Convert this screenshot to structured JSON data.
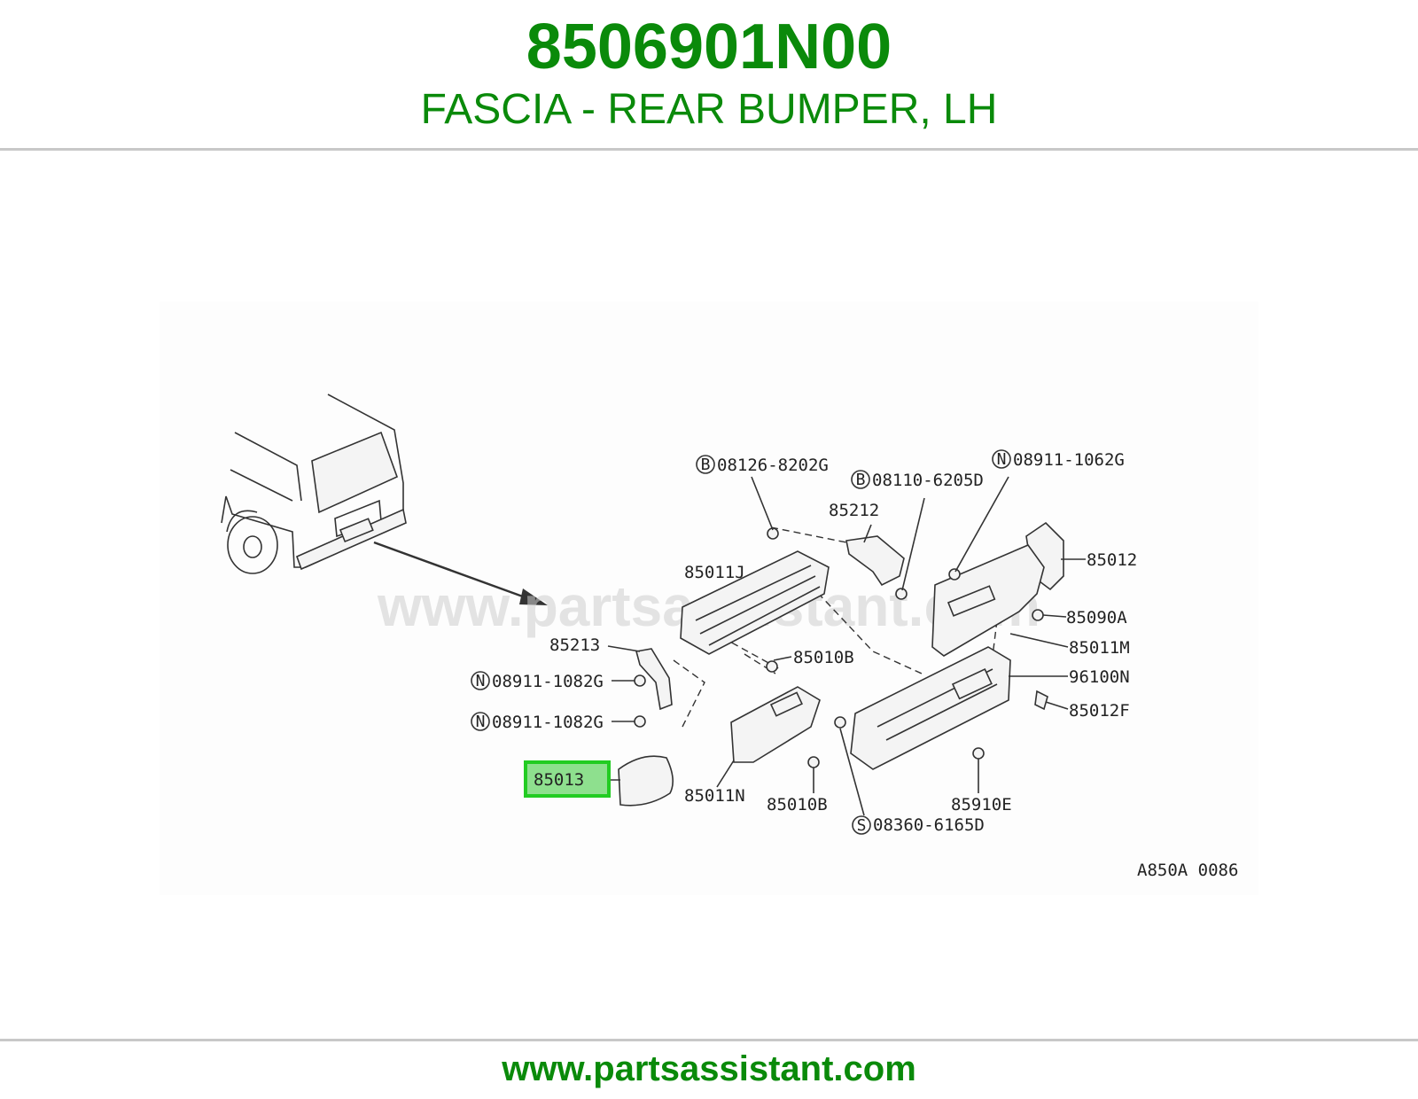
{
  "header": {
    "part_number": "8506901N00",
    "part_name": "FASCIA - REAR BUMPER, LH"
  },
  "footer": {
    "url": "www.partsassistant.com"
  },
  "diagram": {
    "watermark": "www.partsassistant.com",
    "diagram_code": "A850A 0086",
    "highlighted_part": "85013",
    "highlight_color": "#22cc22",
    "labels": {
      "b_08126_8202G": "08126-8202G",
      "b_08110_6205D": "08110-6205D",
      "n_08911_1062G": "08911-1062G",
      "p_85212": "85212",
      "p_85011J": "85011J",
      "p_85012": "85012",
      "p_85090A": "85090A",
      "p_85011M": "85011M",
      "p_85213": "85213",
      "p_85010B_top": "85010B",
      "p_96100N": "96100N",
      "n_08911_1082G_a": "08911-1082G",
      "n_08911_1082G_b": "08911-1082G",
      "p_85012F": "85012F",
      "p_85013": "85013",
      "p_85011N": "85011N",
      "p_85010B_bottom": "85010B",
      "p_85910E": "85910E",
      "s_08360_6165D": "08360-6165D"
    },
    "markers": {
      "b": "B",
      "n": "N",
      "s": "S"
    }
  }
}
